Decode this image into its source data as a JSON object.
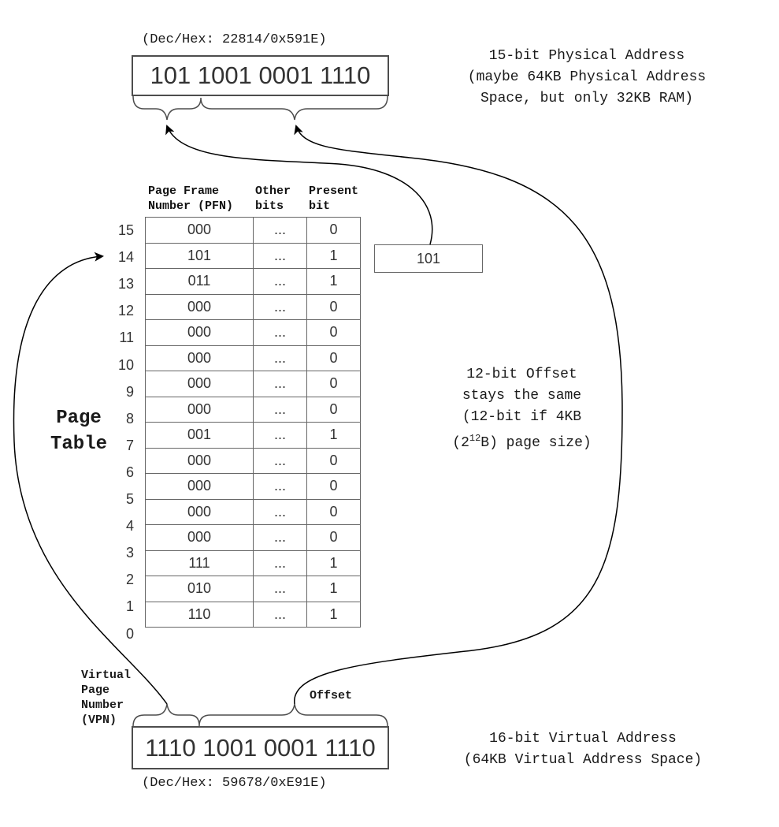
{
  "physical": {
    "dechex": "(Dec/Hex: 22814/0x591E)",
    "bits": "101 1001 0001 1110",
    "desc": [
      "15-bit Physical Address",
      "(maybe 64KB Physical Address",
      "Space, but only 32KB RAM)"
    ]
  },
  "pfn_box": "101",
  "table": {
    "title": [
      "Page",
      "Table"
    ],
    "headers": {
      "pfn": [
        "Page Frame",
        "Number (PFN)"
      ],
      "other": [
        "Other",
        "bits"
      ],
      "present": [
        "Present",
        "bit"
      ]
    },
    "rows": [
      {
        "index": "15",
        "pfn": "000",
        "other": "...",
        "present": "0"
      },
      {
        "index": "14",
        "pfn": "101",
        "other": "...",
        "present": "1"
      },
      {
        "index": "13",
        "pfn": "011",
        "other": "...",
        "present": "1"
      },
      {
        "index": "12",
        "pfn": "000",
        "other": "...",
        "present": "0"
      },
      {
        "index": "11",
        "pfn": "000",
        "other": "...",
        "present": "0"
      },
      {
        "index": "10",
        "pfn": "000",
        "other": "...",
        "present": "0"
      },
      {
        "index": "9",
        "pfn": "000",
        "other": "...",
        "present": "0"
      },
      {
        "index": "8",
        "pfn": "000",
        "other": "...",
        "present": "0"
      },
      {
        "index": "7",
        "pfn": "001",
        "other": "...",
        "present": "1"
      },
      {
        "index": "6",
        "pfn": "000",
        "other": "...",
        "present": "0"
      },
      {
        "index": "5",
        "pfn": "000",
        "other": "...",
        "present": "0"
      },
      {
        "index": "4",
        "pfn": "000",
        "other": "...",
        "present": "0"
      },
      {
        "index": "3",
        "pfn": "000",
        "other": "...",
        "present": "0"
      },
      {
        "index": "2",
        "pfn": "111",
        "other": "...",
        "present": "1"
      },
      {
        "index": "1",
        "pfn": "010",
        "other": "...",
        "present": "1"
      },
      {
        "index": "0",
        "pfn": "110",
        "other": "...",
        "present": "1"
      }
    ]
  },
  "offset_note": {
    "line1": "12-bit Offset",
    "line2": "stays the same",
    "line3": "(12-bit if 4KB",
    "line4_base": "(2",
    "line4_sup": "12",
    "line4_rest": "B) page size)"
  },
  "virtual": {
    "vpn_label": [
      "Virtual",
      "Page",
      "Number",
      "(VPN)"
    ],
    "offset_label": "Offset",
    "bits": "1110 1001 0001 1110",
    "dechex": "(Dec/Hex: 59678/0xE91E)",
    "desc": [
      "16-bit Virtual Address",
      "(64KB Virtual Address Space)"
    ]
  },
  "colors": {
    "line": "#000000",
    "box_border": "#4d4d4d",
    "cell_border": "#666666"
  }
}
